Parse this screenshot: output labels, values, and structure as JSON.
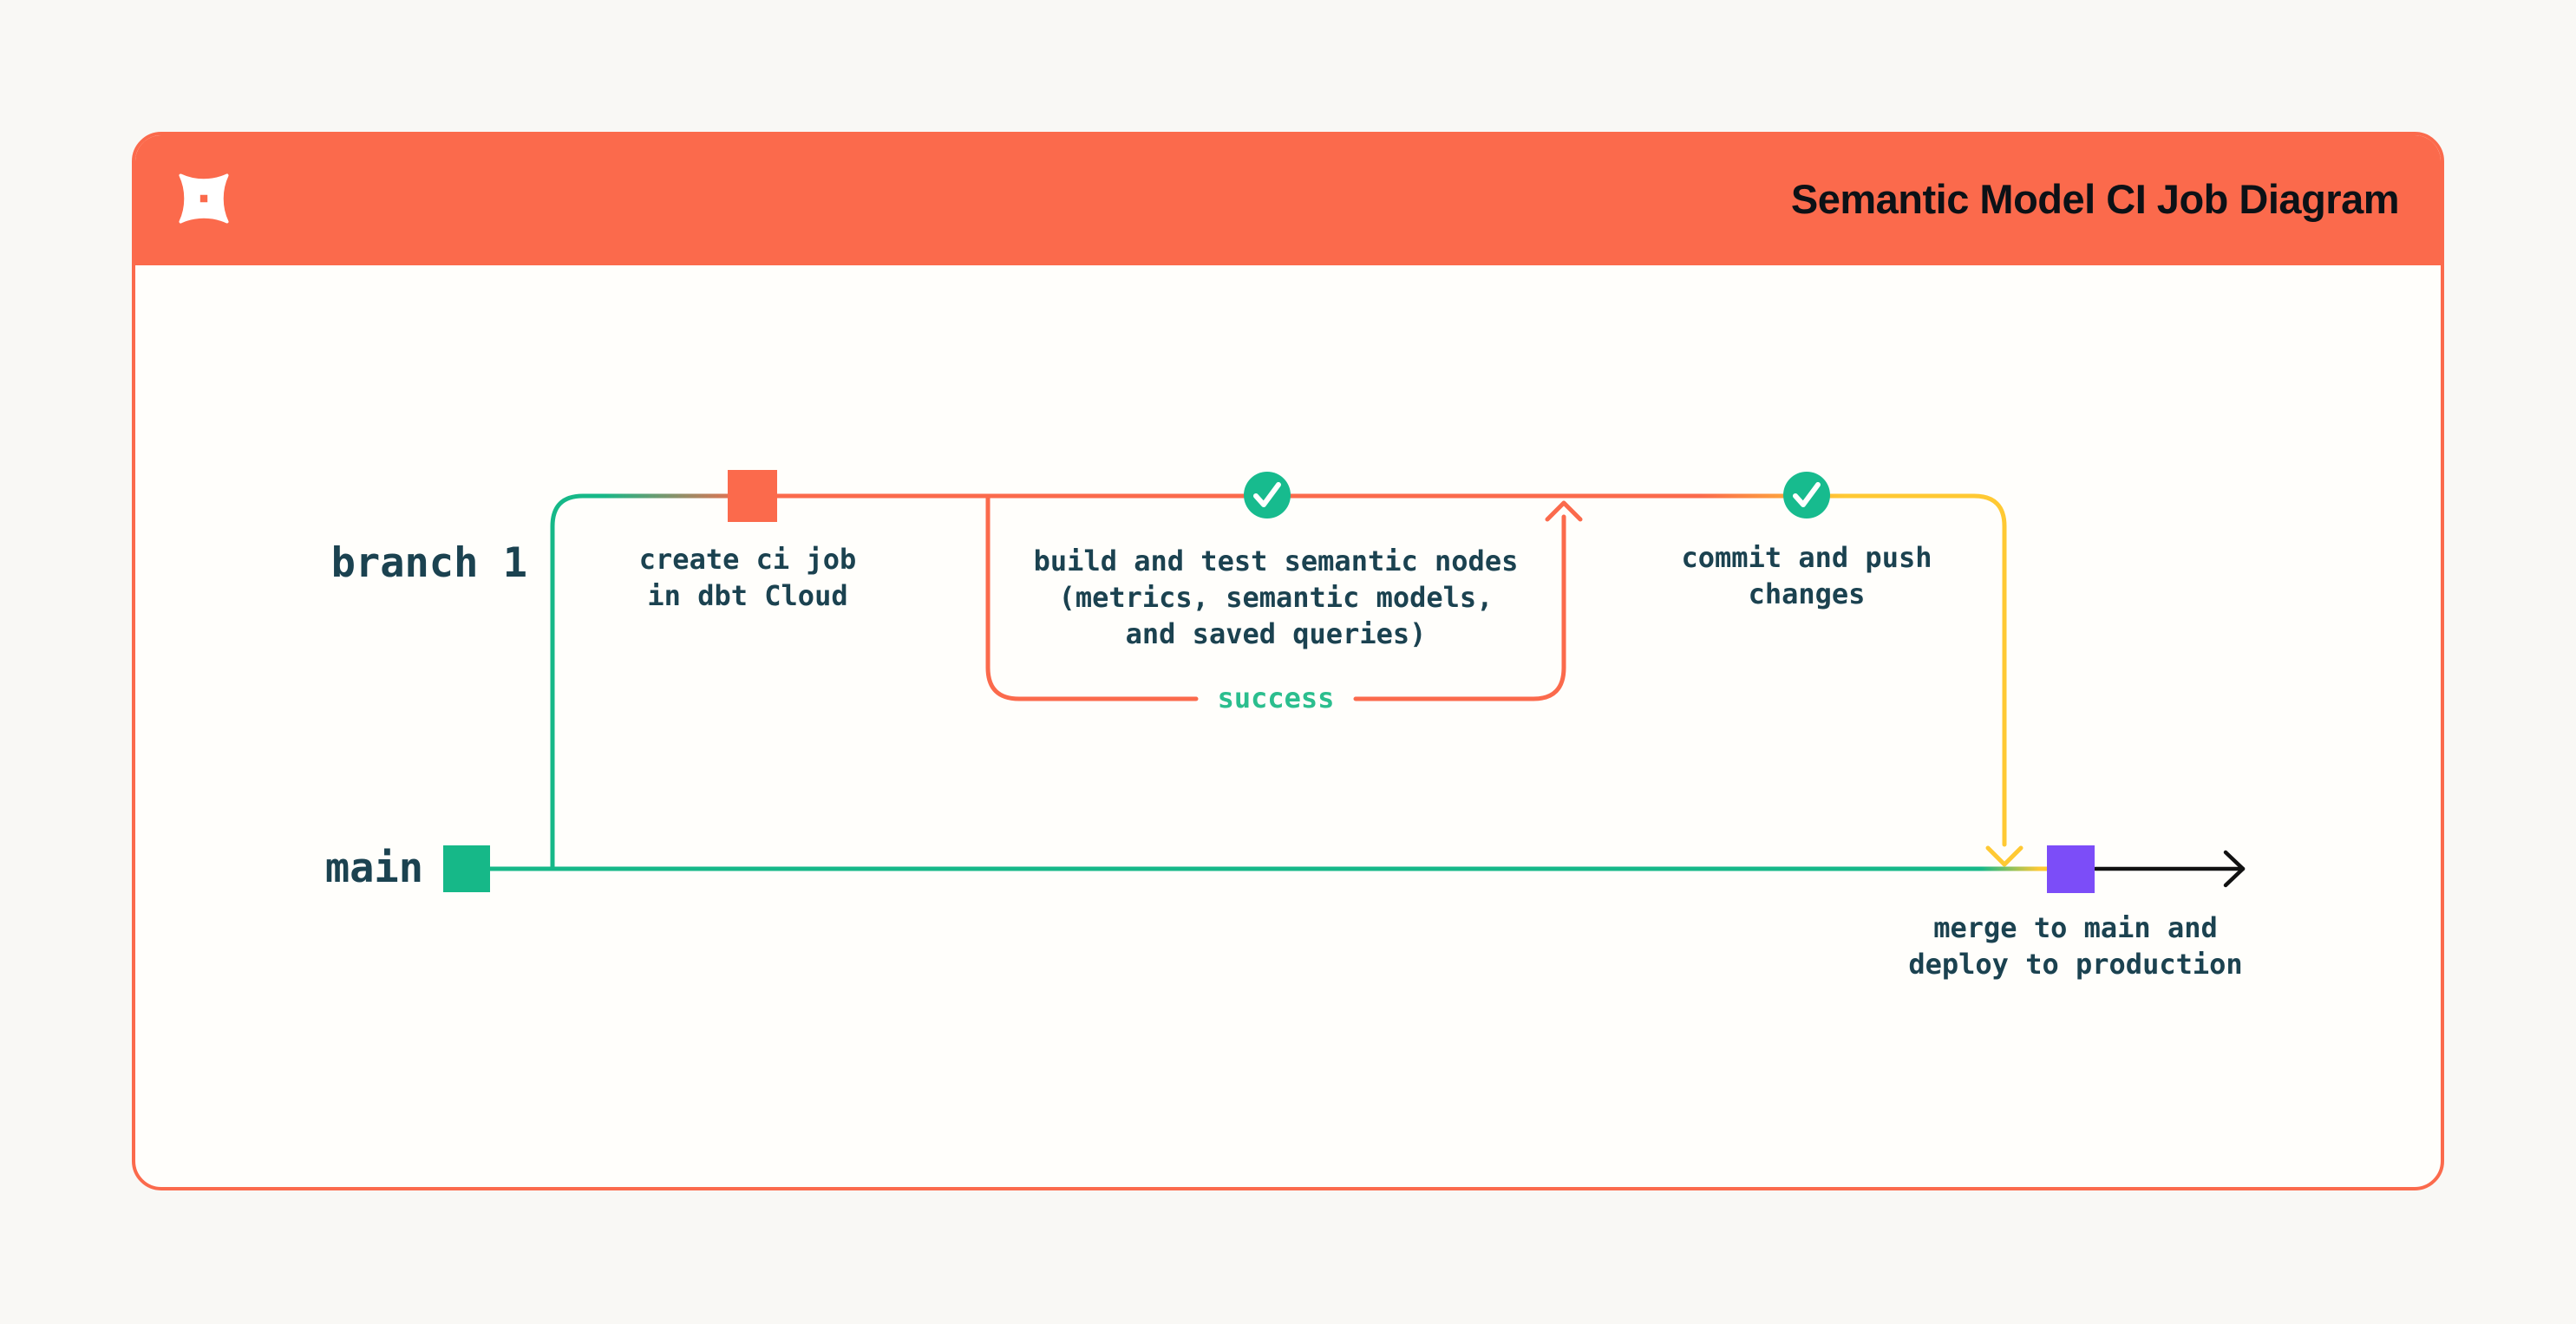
{
  "header": {
    "title": "Semantic Model CI Job Diagram",
    "logo": "dbt-logo"
  },
  "diagram": {
    "branch_label": "branch 1",
    "main_label": "main",
    "loop_label": "success",
    "nodes": {
      "create_ci": "create ci job\nin dbt Cloud",
      "build_test": "build and test semantic nodes\n(metrics, semantic models,\nand saved queries)",
      "commit_push": "commit and push\nchanges",
      "merge_deploy": "merge to main and\ndeploy to production"
    }
  },
  "colors": {
    "orange": "#fb6a4c",
    "green": "#16b888",
    "green-text": "#2bbe8e",
    "check-green": "#17bb8e",
    "yellow": "#ffc933",
    "purple": "#7c4df8",
    "ink": "#1b4250",
    "ink-title": "#0c1116",
    "black-line": "#111111"
  }
}
